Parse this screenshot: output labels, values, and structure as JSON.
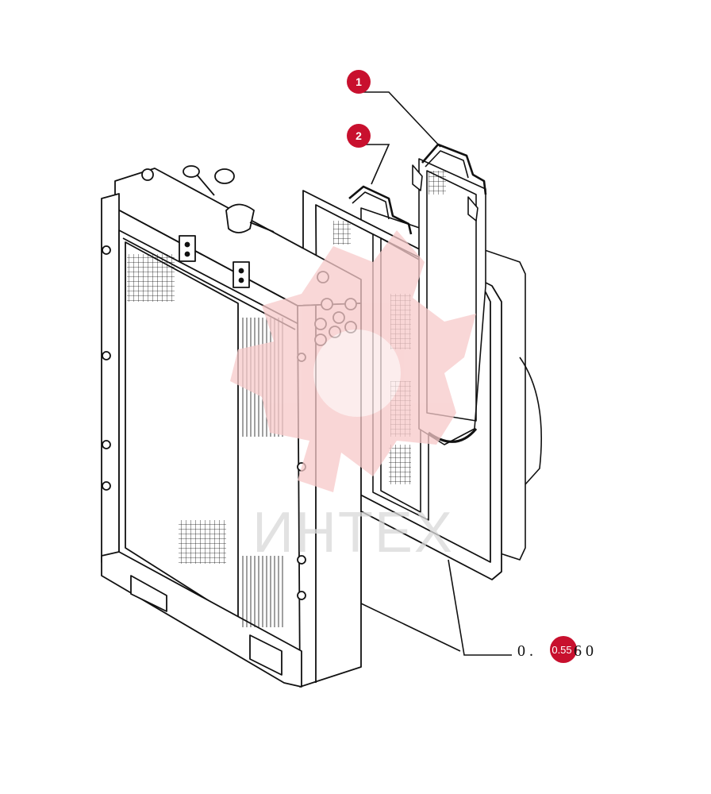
{
  "callouts": [
    {
      "label": "1",
      "color": "#c8102e"
    },
    {
      "label": "2",
      "color": "#c8102e"
    }
  ],
  "reference": {
    "prefix": "0 .",
    "badge": "0.55",
    "suffix": "6 0",
    "badge_color": "#c8102e"
  },
  "watermark": {
    "text": "ИНТЕХ",
    "gear_color": "#f7c9c9",
    "text_color": "#d9d9d9"
  },
  "line_color": "#111111"
}
